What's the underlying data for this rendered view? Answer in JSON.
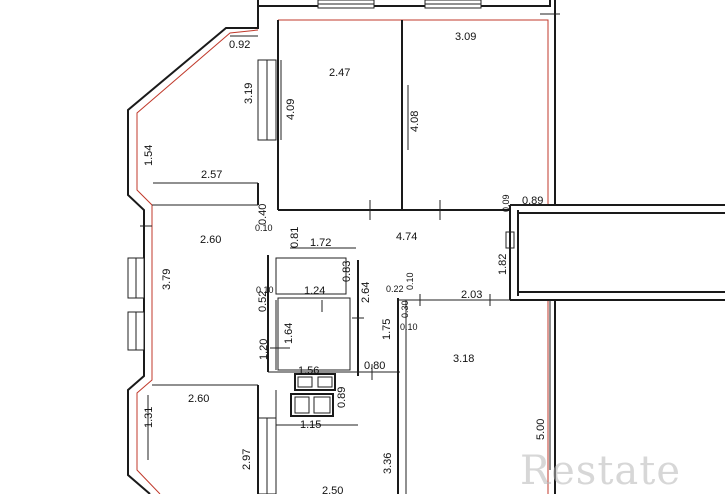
{
  "watermark": "Restate",
  "dimensions": [
    {
      "id": "d0",
      "text": "0.92"
    },
    {
      "id": "d1",
      "text": "3.19"
    },
    {
      "id": "d2",
      "text": "4.09"
    },
    {
      "id": "d3",
      "text": "2.47"
    },
    {
      "id": "d4",
      "text": "3.09"
    },
    {
      "id": "d5",
      "text": "4.08"
    },
    {
      "id": "d6",
      "text": "1.54"
    },
    {
      "id": "d7",
      "text": "2.57"
    },
    {
      "id": "d8",
      "text": "0.09"
    },
    {
      "id": "d9",
      "text": "0.89"
    },
    {
      "id": "d10",
      "text": "0.40"
    },
    {
      "id": "d11",
      "text": "0.10"
    },
    {
      "id": "d12",
      "text": "0.81"
    },
    {
      "id": "d13",
      "text": "2.60"
    },
    {
      "id": "d14",
      "text": "1.72"
    },
    {
      "id": "d15",
      "text": "4.74"
    },
    {
      "id": "d16",
      "text": "1.82"
    },
    {
      "id": "d17",
      "text": "3.79"
    },
    {
      "id": "d18",
      "text": "0.83"
    },
    {
      "id": "d19",
      "text": "0.10"
    },
    {
      "id": "d20",
      "text": "1.24"
    },
    {
      "id": "d21",
      "text": "2.64"
    },
    {
      "id": "d22",
      "text": "0.22"
    },
    {
      "id": "d23",
      "text": "0.10"
    },
    {
      "id": "d24",
      "text": "2.03"
    },
    {
      "id": "d25",
      "text": "0.52"
    },
    {
      "id": "d26",
      "text": "0.30"
    },
    {
      "id": "d27",
      "text": "0.10"
    },
    {
      "id": "d28",
      "text": "1.64"
    },
    {
      "id": "d29",
      "text": "1.75"
    },
    {
      "id": "d30",
      "text": "1.20"
    },
    {
      "id": "d31",
      "text": "3.18"
    },
    {
      "id": "d32",
      "text": "1.56"
    },
    {
      "id": "d33",
      "text": "0.80"
    },
    {
      "id": "d34",
      "text": "0.89"
    },
    {
      "id": "d35",
      "text": "2.60"
    },
    {
      "id": "d36",
      "text": "1.31"
    },
    {
      "id": "d37",
      "text": "1.15"
    },
    {
      "id": "d38",
      "text": "5.00"
    },
    {
      "id": "d39",
      "text": "2.97"
    },
    {
      "id": "d40",
      "text": "3.36"
    },
    {
      "id": "d41",
      "text": "2.50"
    }
  ]
}
